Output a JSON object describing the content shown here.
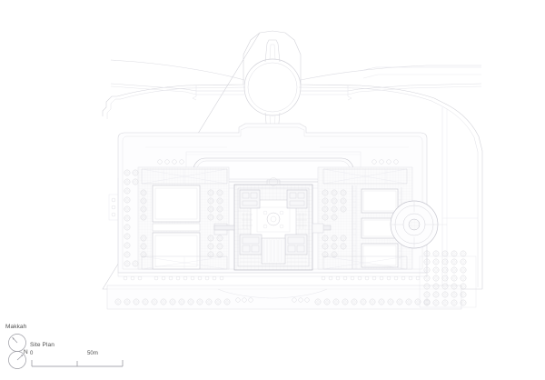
{
  "drawing": {
    "type": "architectural-site-plan",
    "title": "Site Plan",
    "orientation_label": "N",
    "qibla_label": "Makkah",
    "scale_bar": {
      "start": "0",
      "end": "50m",
      "divisions": 2
    },
    "colors": {
      "background": "#ffffff",
      "line_light": "#d8d8dc",
      "line_mid": "#c2c2c8",
      "line_dark": "#a8a8b0",
      "fill_pale": "#f4f4f6",
      "fill_paler": "#fafafb",
      "text": "#4f4f4f"
    },
    "features": {
      "roundabout": "traffic-circle-north",
      "reflecting_pool": "long-rounded-basin",
      "central_building": "courtyard-block",
      "circular_plaza": "east-fountain-court",
      "parking_orchard": "southeast-tree-grid",
      "water_courts": [
        "west-basin-north",
        "west-basin-south",
        "east-basin-north",
        "east-basin-mid",
        "east-basin-south"
      ]
    }
  },
  "legend": {
    "makkah": "Makkah",
    "site_plan": "Site Plan",
    "north": "N",
    "scale_start": "0",
    "scale_end": "50m"
  }
}
